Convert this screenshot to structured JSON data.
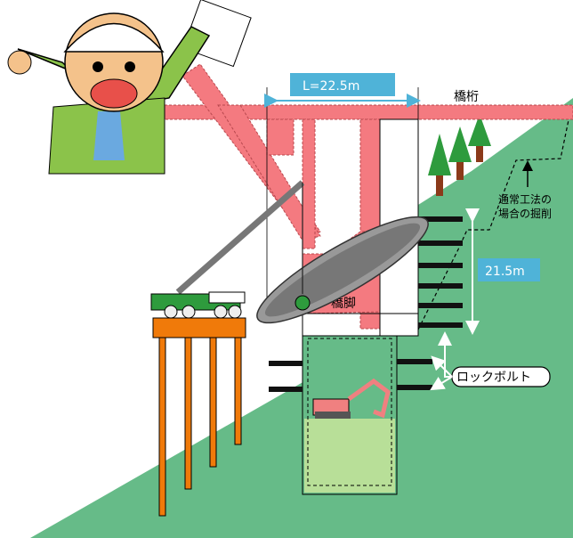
{
  "labels": {
    "span": "L=22.5m",
    "girder": "橋桁",
    "normal_excavation": [
      "通常工法の",
      "場合の掘削"
    ],
    "height": "21.5m",
    "pier": "橋脚",
    "rock_bolt": "ロックボルト"
  },
  "colors": {
    "ground": "#66bb88",
    "bridge": "#f47a80",
    "excavation_fill": "#b8df98",
    "callout": "#4fb3d8",
    "platform": "#f07a0a"
  }
}
